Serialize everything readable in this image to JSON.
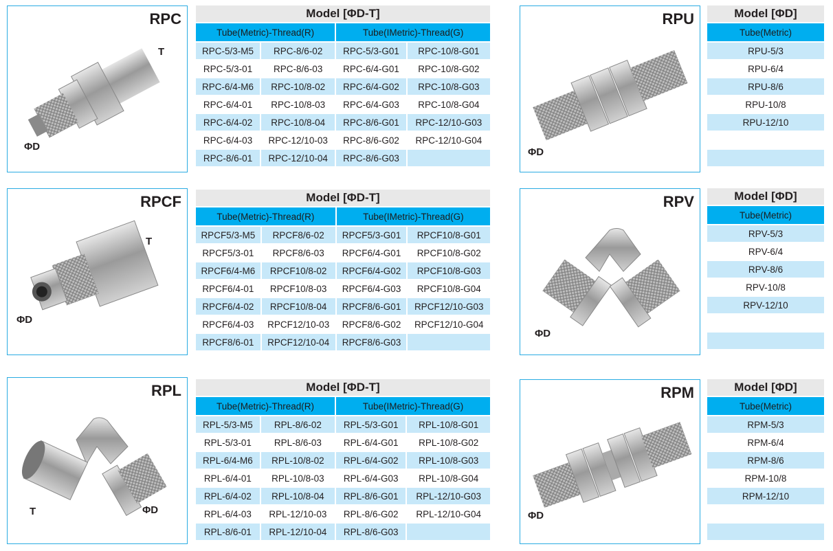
{
  "header_common": {
    "model_dt": "Model [ΦD-T]",
    "model_d": "Model [ΦD]",
    "col_r": "Tube(Metric)-Thread(R)",
    "col_g": "Tube(IMetric)-Thread(G)",
    "col_metric": "Tube(Metric)"
  },
  "products": {
    "rpc": {
      "title": "RPC",
      "label_t": "T",
      "label_d": "ΦD",
      "rows": [
        [
          "RPC-5/3-M5",
          "RPC-8/6-02",
          "RPC-5/3-G01",
          "RPC-10/8-G01"
        ],
        [
          "RPC-5/3-01",
          "RPC-8/6-03",
          "RPC-6/4-G01",
          "RPC-10/8-G02"
        ],
        [
          "RPC-6/4-M6",
          "RPC-10/8-02",
          "RPC-6/4-G02",
          "RPC-10/8-G03"
        ],
        [
          "RPC-6/4-01",
          "RPC-10/8-03",
          "RPC-6/4-G03",
          "RPC-10/8-G04"
        ],
        [
          "RPC-6/4-02",
          "RPC-10/8-04",
          "RPC-8/6-G01",
          "RPC-12/10-G03"
        ],
        [
          "RPC-6/4-03",
          "RPC-12/10-03",
          "RPC-8/6-G02",
          "RPC-12/10-G04"
        ],
        [
          "RPC-8/6-01",
          "RPC-12/10-04",
          "RPC-8/6-G03",
          ""
        ]
      ]
    },
    "rpcf": {
      "title": "RPCF",
      "label_t": "T",
      "label_d": "ΦD",
      "rows": [
        [
          "RPCF5/3-M5",
          "RPCF8/6-02",
          "RPCF5/3-G01",
          "RPCF10/8-G01"
        ],
        [
          "RPCF5/3-01",
          "RPCF8/6-03",
          "RPCF6/4-G01",
          "RPCF10/8-G02"
        ],
        [
          "RPCF6/4-M6",
          "RPCF10/8-02",
          "RPCF6/4-G02",
          "RPCF10/8-G03"
        ],
        [
          "RPCF6/4-01",
          "RPCF10/8-03",
          "RPCF6/4-G03",
          "RPCF10/8-G04"
        ],
        [
          "RPCF6/4-02",
          "RPCF10/8-04",
          "RPCF8/6-G01",
          "RPCF12/10-G03"
        ],
        [
          "RPCF6/4-03",
          "RPCF12/10-03",
          "RPCF8/6-G02",
          "RPCF12/10-G04"
        ],
        [
          "RPCF8/6-01",
          "RPCF12/10-04",
          "RPCF8/6-G03",
          ""
        ]
      ]
    },
    "rpl": {
      "title": "RPL",
      "label_t": "T",
      "label_d": "ΦD",
      "rows": [
        [
          "RPL-5/3-M5",
          "RPL-8/6-02",
          "RPL-5/3-G01",
          "RPL-10/8-G01"
        ],
        [
          "RPL-5/3-01",
          "RPL-8/6-03",
          "RPL-6/4-G01",
          "RPL-10/8-G02"
        ],
        [
          "RPL-6/4-M6",
          "RPL-10/8-02",
          "RPL-6/4-G02",
          "RPL-10/8-G03"
        ],
        [
          "RPL-6/4-01",
          "RPL-10/8-03",
          "RPL-6/4-G03",
          "RPL-10/8-G04"
        ],
        [
          "RPL-6/4-02",
          "RPL-10/8-04",
          "RPL-8/6-G01",
          "RPL-12/10-G03"
        ],
        [
          "RPL-6/4-03",
          "RPL-12/10-03",
          "RPL-8/6-G02",
          "RPL-12/10-G04"
        ],
        [
          "RPL-8/6-01",
          "RPL-12/10-04",
          "RPL-8/6-G03",
          ""
        ]
      ]
    },
    "rpu": {
      "title": "RPU",
      "label_d": "ΦD",
      "rows": [
        "RPU-5/3",
        "RPU-6/4",
        "RPU-8/6",
        "RPU-10/8",
        "RPU-12/10",
        "",
        ""
      ]
    },
    "rpv": {
      "title": "RPV",
      "label_d": "ΦD",
      "rows": [
        "RPV-5/3",
        "RPV-6/4",
        "RPV-8/6",
        "RPV-10/8",
        "RPV-12/10",
        "",
        ""
      ]
    },
    "rpm": {
      "title": "RPM",
      "label_d": "ΦD",
      "rows": [
        "RPM-5/3",
        "RPM-6/4",
        "RPM-8/6",
        "RPM-10/8",
        "RPM-12/10",
        "",
        ""
      ]
    }
  }
}
